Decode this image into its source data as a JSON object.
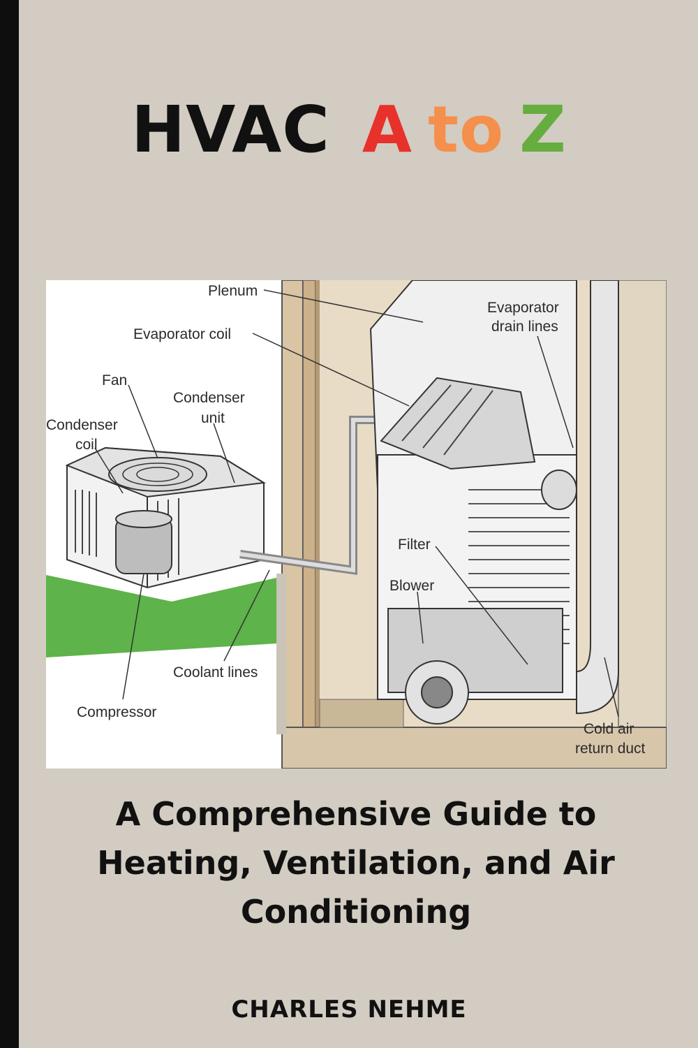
{
  "cover": {
    "title": {
      "main": "HVAC",
      "a": "A",
      "to": "to",
      "z": "Z"
    },
    "subtitle_lines": [
      "A Comprehensive Guide to",
      "Heating, Ventilation, and Air",
      "Conditioning"
    ],
    "author": "CHARLES NEHME"
  },
  "diagram": {
    "labels": {
      "plenum": "Plenum",
      "evaporator_coil": "Evaporator coil",
      "evaporator_drain_1": "Evaporator",
      "evaporator_drain_2": "drain lines",
      "fan": "Fan",
      "condenser_unit_1": "Condenser",
      "condenser_unit_2": "unit",
      "condenser_coil_1": "Condenser",
      "condenser_coil_2": "coil",
      "filter": "Filter",
      "blower": "Blower",
      "coolant_lines": "Coolant lines",
      "compressor": "Compressor",
      "cold_air_1": "Cold air",
      "cold_air_2": "return duct"
    }
  },
  "colors": {
    "background": "#d2ccc2",
    "spine": "#0e0e0e",
    "title_main": "#111111",
    "title_a": "#e8312b",
    "title_to": "#f58f4c",
    "title_z": "#65ad3f"
  },
  "icons": [
    "hvac-system-illustration"
  ]
}
